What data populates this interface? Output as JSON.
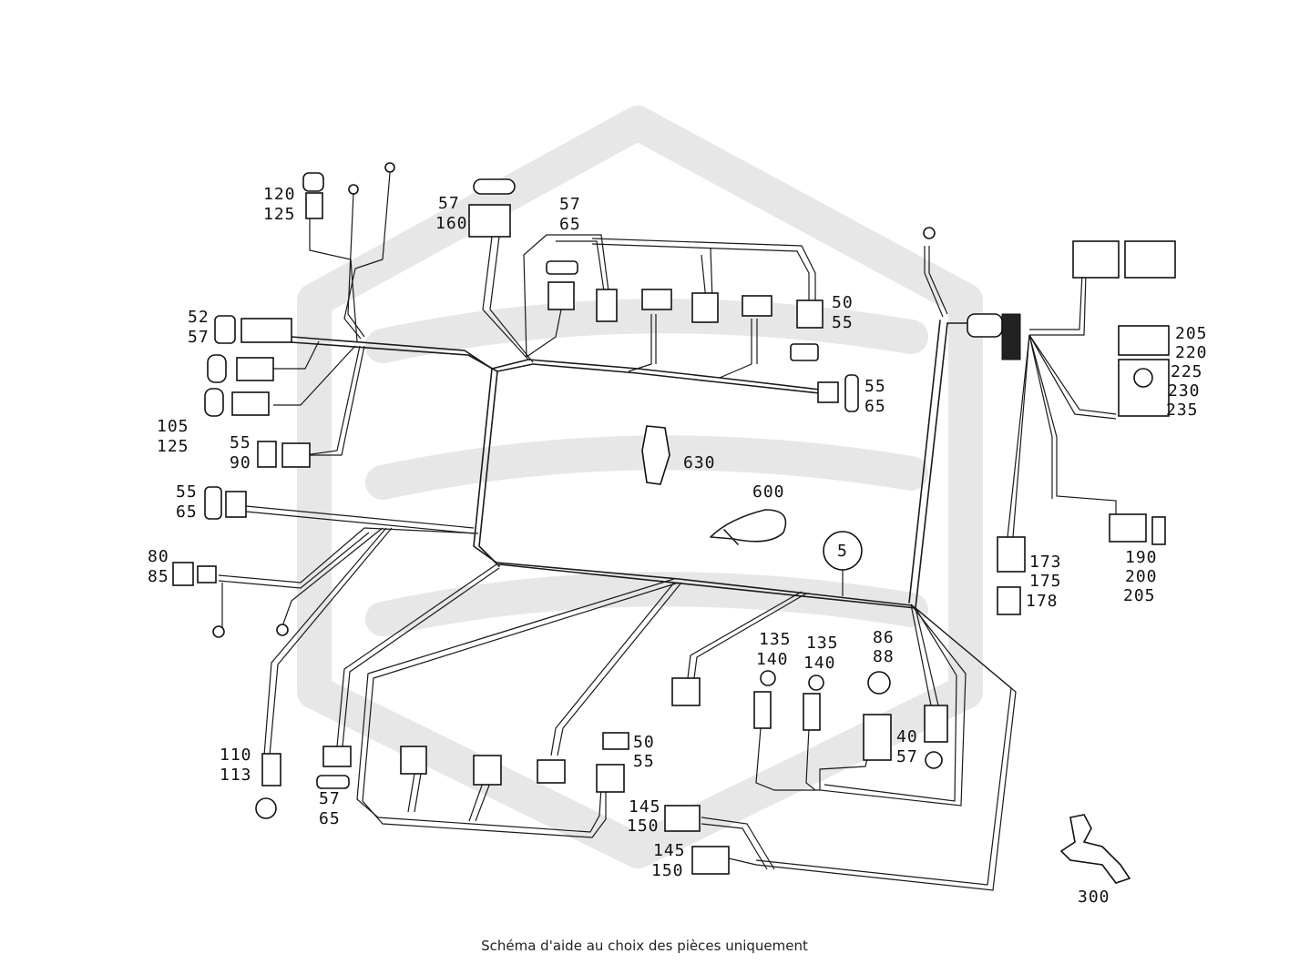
{
  "caption": "Schéma d'aide au choix des pièces uniquement",
  "callouts": {
    "c120": "120",
    "c125a": "125",
    "c57a": "57",
    "c160": "160",
    "c57b": "57",
    "c65a": "65",
    "c52": "52",
    "c57c": "57",
    "c105": "105",
    "c125b": "125",
    "c55a": "55",
    "c90": "90",
    "c55b": "55",
    "c65b": "65",
    "c80": "80",
    "c85": "85",
    "c50a": "50",
    "c55c": "55",
    "c55d": "55",
    "c65c": "65",
    "c630": "630",
    "c600": "600",
    "c5": "5",
    "c205a": "205",
    "c220": "220",
    "c225": "225",
    "c230": "230",
    "c235": "235",
    "c173": "173",
    "c175": "175",
    "c178": "178",
    "c190": "190",
    "c200": "200",
    "c205b": "205",
    "c135a": "135",
    "c140a": "140",
    "c135b": "135",
    "c140b": "140",
    "c86": "86",
    "c88": "88",
    "c40": "40",
    "c57d": "57",
    "c110": "110",
    "c113": "113",
    "c57e": "57",
    "c65d": "65",
    "c50b": "50",
    "c55e": "55",
    "c145a": "145",
    "c150a": "150",
    "c145b": "145",
    "c150b": "150",
    "c300": "300"
  }
}
